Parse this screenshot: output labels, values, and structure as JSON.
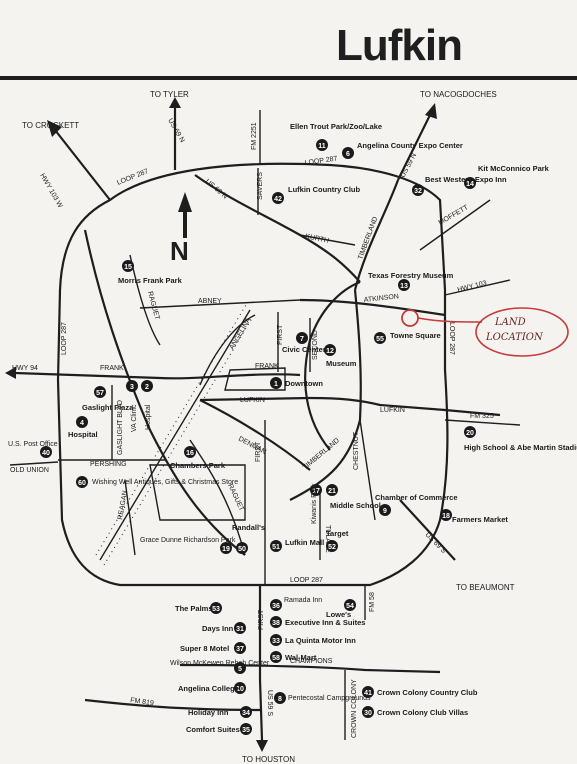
{
  "title": "Lufkin",
  "directions": {
    "tyler": "TO TYLER",
    "crockett": "TO CROCKETT",
    "nacogdoches": "TO NACOGDOCHES",
    "beaumont": "TO BEAUMONT",
    "houston": "TO HOUSTON"
  },
  "north_label": "N",
  "roads": {
    "hwy103w": "HWY 103 W",
    "loop287_nw": "LOOP 287",
    "us69n": "US 69 N",
    "fm2251": "FM 2251",
    "loop287_n": "LOOP 287",
    "us59n": "US 59 N",
    "us69n_inner": "US 69 N",
    "savers": "SAVERS",
    "kurth": "KURTH",
    "timberland_n": "TIMBERLAND",
    "moffett": "MOFFETT",
    "hwy103": "HWY 103",
    "loop287_e": "LOOP 287",
    "atkinson": "ATKINSON",
    "abney": "ABNEY",
    "raguet_n": "RAGUET",
    "angelina": "ANGELINA",
    "first_n": "FIRST",
    "second": "SECOND",
    "frank_w": "FRANK",
    "frank_c": "FRANK",
    "hwy94": "HWY 94",
    "lufkin_w": "LUFKIN",
    "lufkin_e": "LUFKIN",
    "fm325": "FM 325",
    "loop287_w": "LOOP 287",
    "gaslight": "GASLIGHT BLVD",
    "oldunion": "OLD UNION",
    "pershing": "PERSHING",
    "denman": "DENMAN",
    "first_c": "FIRST",
    "timberland_c": "TIMBERLAND",
    "chestnut": "CHESTNUT",
    "raguet_c": "RAGUET",
    "reagan": "REAGAN",
    "tulane": "TULANE",
    "us69s": "US 69 S",
    "loop287_s": "LOOP 287",
    "fm58": "FM 58",
    "first_s": "FIRST",
    "champions": "CHAMPIONS",
    "fm819": "FM 819",
    "us59s": "US 59 S",
    "crowncolony": "CROWN COLONY"
  },
  "places": {
    "p11": "Ellen Trout Park/Zoo/Lake",
    "p6": "Angelina County Expo Center",
    "p42": "Lufkin Country Club",
    "p32": "Best Western Expo Inn",
    "p14": "Kit McConnico Park",
    "p15": "Morris Frank Park",
    "p13": "Texas Forestry Museum",
    "p55": "Towne Square",
    "p7": "Civic Center",
    "p12": "Museum",
    "p1": "Downtown",
    "p57": "Gaslight Plaza",
    "p3": "VA Clinic",
    "p2": "Hospital",
    "p4": "Hospital",
    "p40": "U.S. Post Office",
    "p16": "Chambers Park",
    "p20": "High School & Abe Martin Stadium",
    "p60": "Wishing Well Antiques, Gifts & Christmas Store",
    "p17": "Kiwanis Park",
    "p21": "Middle School",
    "p9": "Chamber of Commerce",
    "p18": "Farmers Market",
    "p50": "Randall's",
    "p19": "Grace Dunne Richardson Park",
    "p51": "Lufkin Mall",
    "p52": "Target",
    "p53": "The Palms",
    "p31": "Days Inn",
    "p37": "Super 8 Motel",
    "p5": "Wilson McKewen Rehab Center",
    "p10": "Angelina College",
    "p36": "Ramada Inn",
    "p54": "Lowe's",
    "p38": "Executive Inn & Suites",
    "p33": "La Quinta Motor Inn",
    "p58": "Wal-Mart",
    "p41": "Crown Colony Country Club",
    "p30": "Crown Colony Club Villas",
    "p8": "Pentecostal Campgrounds",
    "p34": "Holiday Inn",
    "p35": "Comfort Suites"
  },
  "pin_numbers": {
    "p11": "11",
    "p6": "6",
    "p42": "42",
    "p32": "32",
    "p14": "14",
    "p15": "15",
    "p13": "13",
    "p55": "55",
    "p7": "7",
    "p12": "12",
    "p1": "1",
    "p57": "57",
    "p3": "3",
    "p2": "2",
    "p4": "4",
    "p40": "40",
    "p16": "16",
    "p20": "20",
    "p60": "60",
    "p17": "17",
    "p21": "21",
    "p9": "9",
    "p18": "18",
    "p50": "50",
    "p19": "19",
    "p51": "51",
    "p52": "52",
    "p53": "53",
    "p31": "31",
    "p37": "37",
    "p5": "5",
    "p10": "10",
    "p36": "36",
    "p54": "54",
    "p38": "38",
    "p33": "33",
    "p58": "58",
    "p41": "41",
    "p30": "30",
    "p8": "8",
    "p34": "34",
    "p35": "35"
  },
  "annotation": {
    "line1": "LAND",
    "line2": "LOCATION"
  },
  "colors": {
    "ink": "#1e1e1e",
    "paper": "#f4f3f0",
    "annotation": "#c53a3a"
  }
}
